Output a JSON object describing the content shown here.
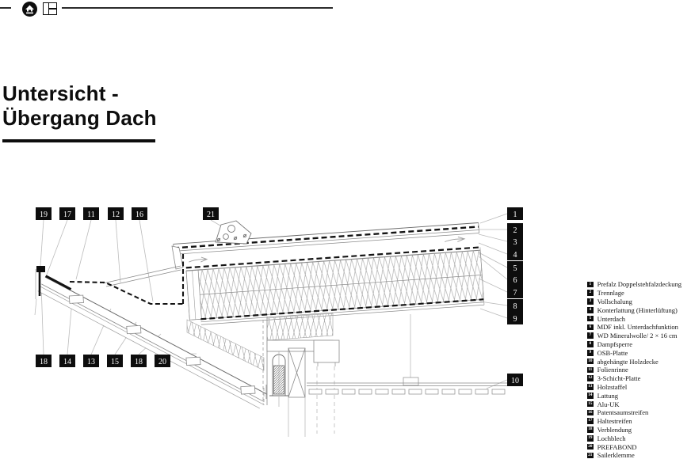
{
  "header": {
    "icons": [
      "prefa-roof-logo",
      "window-grid-icon"
    ]
  },
  "title": {
    "line1": "Untersicht -",
    "line2": "Übergang Dach"
  },
  "callouts": {
    "top_row": [
      "19",
      "17",
      "11",
      "12",
      "16",
      "21"
    ],
    "bottom_row": [
      "18",
      "14",
      "13",
      "15",
      "18",
      "20"
    ],
    "right_column": [
      "1",
      "2",
      "3",
      "4",
      "5",
      "6",
      "7",
      "8",
      "9",
      "10"
    ]
  },
  "legend": {
    "items": [
      {
        "num": "1",
        "label": "Prefalz Doppelstehfalzdeckung"
      },
      {
        "num": "2",
        "label": "Trennlage"
      },
      {
        "num": "3",
        "label": "Vollschalung"
      },
      {
        "num": "4",
        "label": "Konterlattung (Hinterlüftung)"
      },
      {
        "num": "5",
        "label": "Unterdach"
      },
      {
        "num": "6",
        "label": "MDF inkl. Unterdachfunktion"
      },
      {
        "num": "7",
        "label": "WD Mineralwolle/ 2 × 16 cm"
      },
      {
        "num": "8",
        "label": "Dampfsperre"
      },
      {
        "num": "9",
        "label": "OSB-Platte"
      },
      {
        "num": "10",
        "label": "abgehängte Holzdecke"
      },
      {
        "num": "11",
        "label": "Folienrinne"
      },
      {
        "num": "12",
        "label": "3-Schicht-Platte"
      },
      {
        "num": "13",
        "label": "Holzstaffel"
      },
      {
        "num": "14",
        "label": "Lattung"
      },
      {
        "num": "15",
        "label": "Alu-UK"
      },
      {
        "num": "16",
        "label": "Patentsaumstreifen"
      },
      {
        "num": "17",
        "label": "Haltestreifen"
      },
      {
        "num": "18",
        "label": "Verblendung"
      },
      {
        "num": "19",
        "label": "Lochblech"
      },
      {
        "num": "20",
        "label": "PREFABOND"
      },
      {
        "num": "21",
        "label": "Sailerklemme"
      }
    ]
  },
  "colors": {
    "ink": "#0d0d0d",
    "medium_line": "#6a6a6a",
    "light_line": "#9e9e9e",
    "leader": "#b8b8b8",
    "background": "#ffffff"
  }
}
